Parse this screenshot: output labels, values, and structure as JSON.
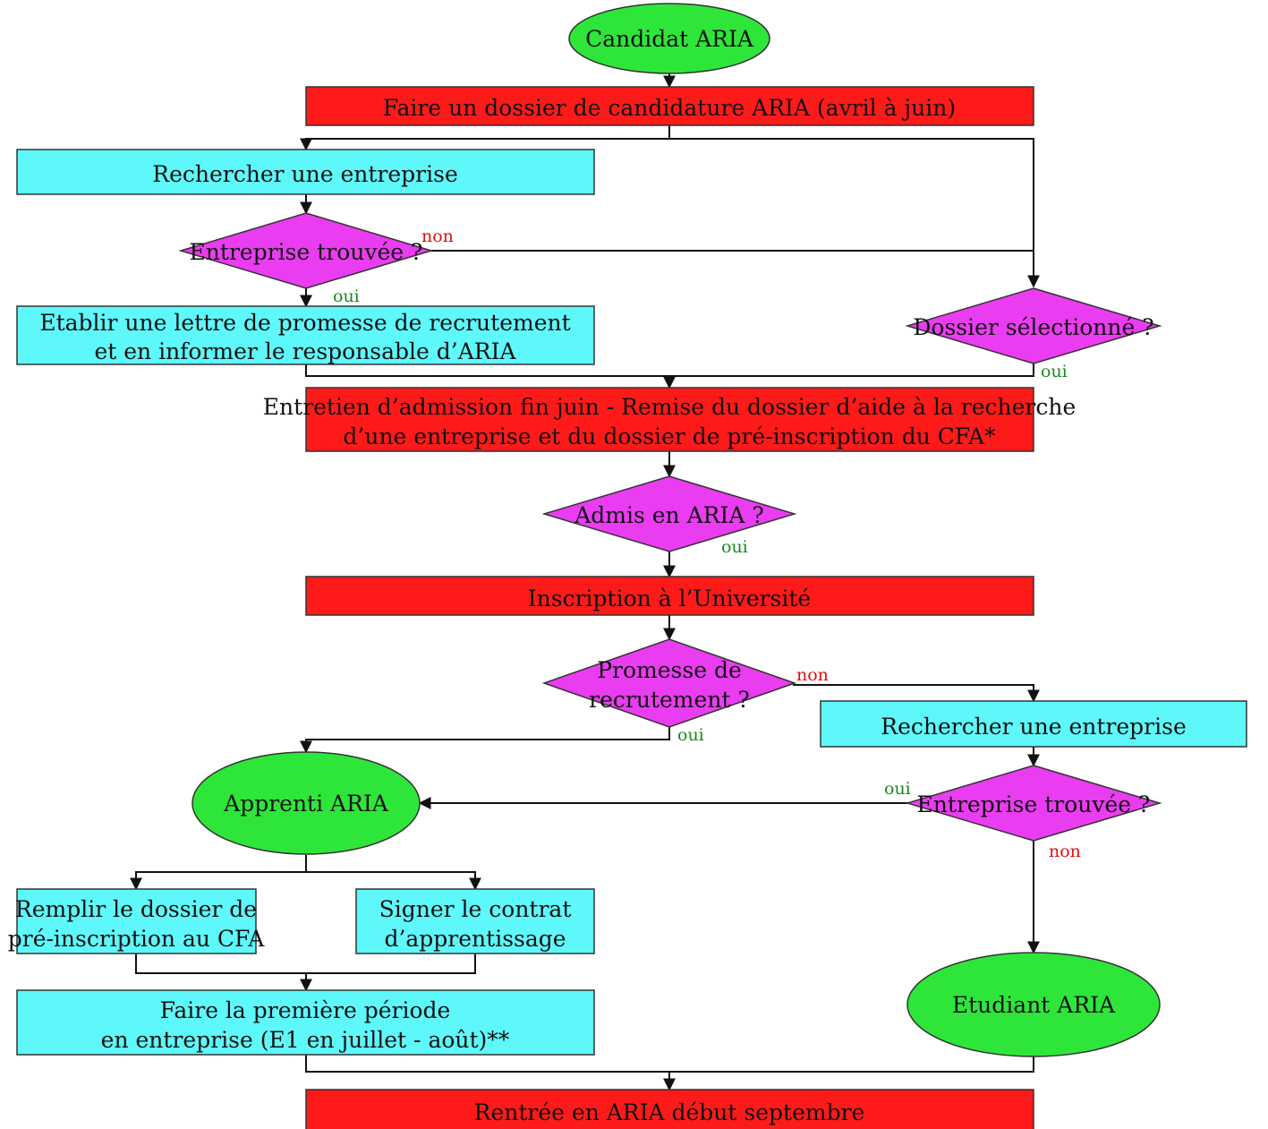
{
  "colors": {
    "oval": "#2ee63a",
    "process_red": "#ff1a1a",
    "process_cyan": "#5ef7fa",
    "decision": "#ea3cf0",
    "yes_label": "#1a8a1a",
    "no_label": "#e01010"
  },
  "nodes": {
    "candidat": "Candidat ARIA",
    "dossier_candidature": "Faire un dossier de candidature ARIA (avril à juin)",
    "rechercher_1": "Rechercher une entreprise",
    "entreprise_trouvee_1": "Entreprise trouvée ?",
    "lettre_promesse": [
      "Etablir une lettre de promesse de recrutement",
      "et en informer le responsable d’ARIA"
    ],
    "dossier_selectionne": "Dossier sélectionné ?",
    "entretien": [
      "Entretien d’admission fin juin - Remise du dossier d’aide à la recherche",
      "d’une entreprise et du dossier de pré-inscription du CFA*"
    ],
    "admis": "Admis en ARIA ?",
    "inscription": "Inscription à l’Université",
    "promesse": [
      "Promesse de",
      "recrutement ?"
    ],
    "rechercher_2": "Rechercher une entreprise",
    "entreprise_trouvee_2": "Entreprise trouvée ?",
    "apprenti": "Apprenti ARIA",
    "remplir_dossier": [
      "Remplir le dossier de",
      "pré-inscription au CFA"
    ],
    "signer_contrat": [
      "Signer le contrat",
      "d’apprentissage"
    ],
    "premiere_periode": [
      "Faire la première période",
      "en entreprise (E1 en juillet - août)**"
    ],
    "etudiant": "Etudiant ARIA",
    "rentree": "Rentrée en ARIA début septembre"
  },
  "branch_labels": {
    "non_1": "non",
    "oui_1": "oui",
    "oui_selection": "oui",
    "oui_admis": "oui",
    "non_promesse": "non",
    "oui_promesse": "oui",
    "oui_trouvee_2": "oui",
    "non_trouvee_2": "non"
  }
}
